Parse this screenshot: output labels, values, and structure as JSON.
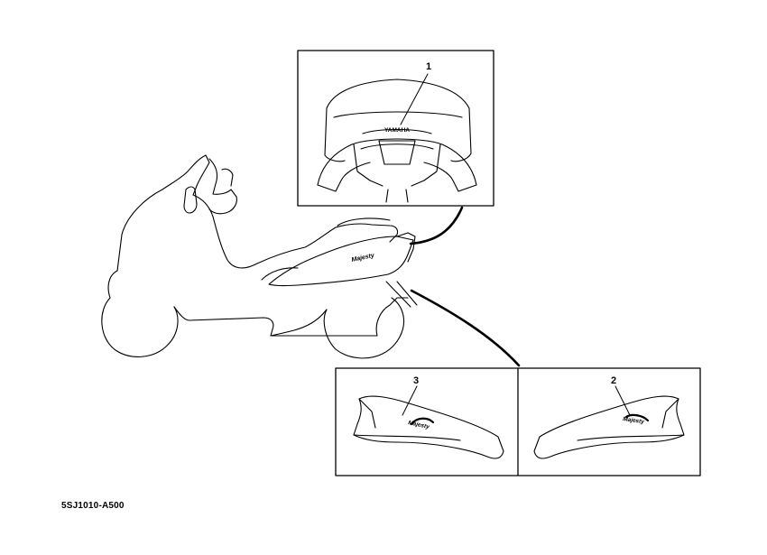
{
  "callouts": {
    "c1": "1",
    "c2": "2",
    "c3": "3"
  },
  "emblem_text": "YAMAHA",
  "decal_text": "Majesty",
  "part_code": "5SJ1010-A500"
}
